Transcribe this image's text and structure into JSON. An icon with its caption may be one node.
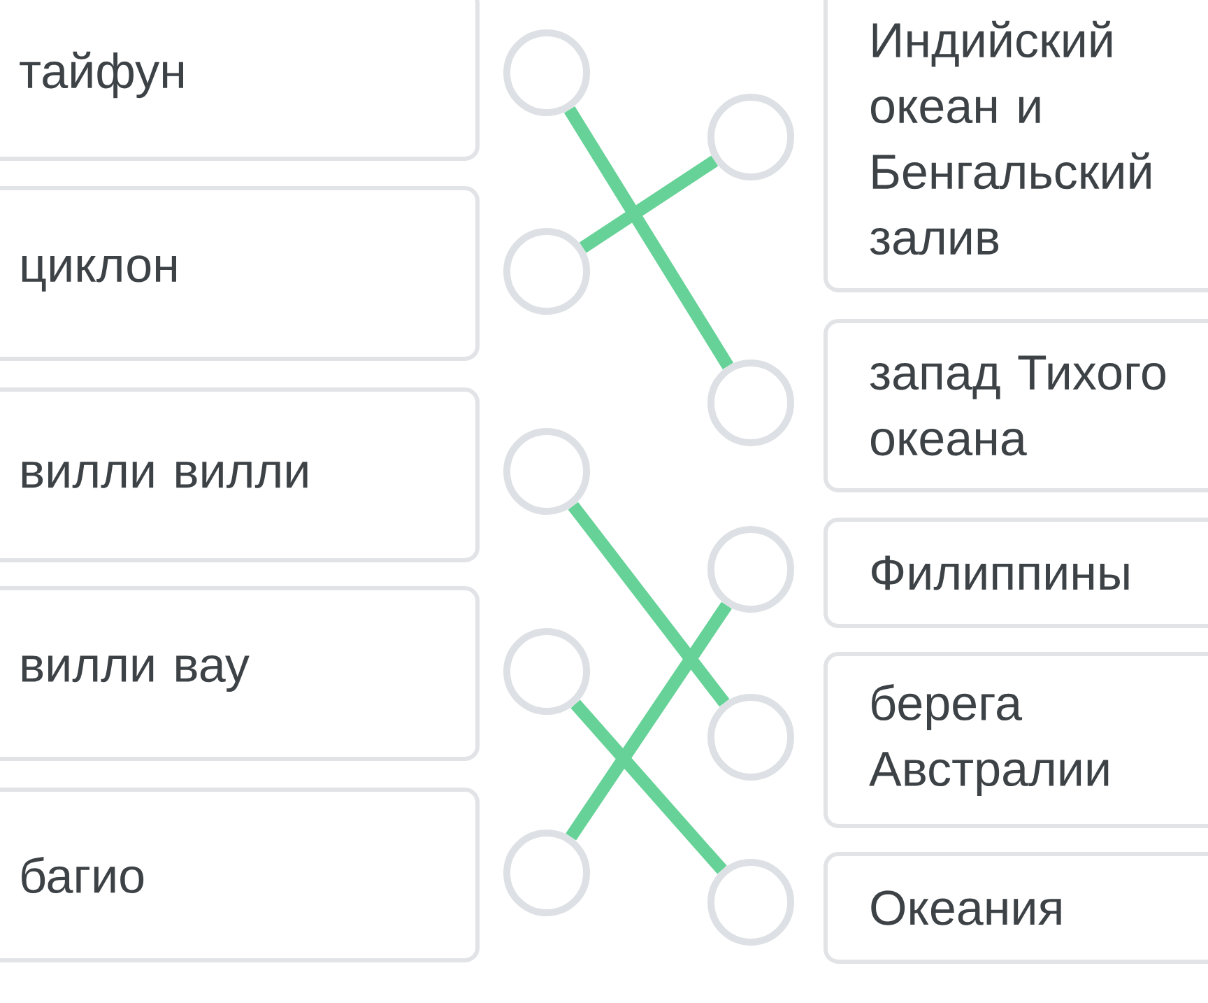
{
  "diagram": {
    "nodes": [
      {
        "text": [
          "тайфун"
        ]
      },
      {
        "text": [
          "циклон"
        ]
      },
      {
        "text": [
          "вилли вилли"
        ]
      },
      {
        "text": [
          "вилли вау"
        ]
      },
      {
        "text": [
          "багио"
        ]
      },
      {
        "text": [],
        "shape": "circle"
      },
      {
        "text": [],
        "shape": "circle"
      },
      {
        "text": [],
        "shape": "circle"
      },
      {
        "text": [],
        "shape": "circle"
      },
      {
        "text": [],
        "shape": "circle"
      },
      {
        "text": [],
        "shape": "circle"
      },
      {
        "text": [],
        "shape": "circle"
      },
      {
        "text": [],
        "shape": "circle"
      },
      {
        "text": [],
        "shape": "circle"
      },
      {
        "text": [],
        "shape": "circle"
      },
      {
        "text": [
          "Индийский океан и Бенгальский залив"
        ]
      },
      {
        "text": [
          "запад Тихого океана"
        ]
      },
      {
        "text": [
          "Филиппины"
        ]
      },
      {
        "text": [
          "берега Австралии"
        ]
      },
      {
        "text": [
          "Океания"
        ]
      }
    ],
    "edges": [
      {
        "from": 5,
        "to": 11,
        "arrow": "none"
      },
      {
        "from": 6,
        "to": 10,
        "arrow": "none"
      },
      {
        "from": 7,
        "to": 13,
        "arrow": "none"
      },
      {
        "from": 8,
        "to": 14,
        "arrow": "none"
      },
      {
        "from": 9,
        "to": 12,
        "arrow": "none"
      }
    ]
  }
}
